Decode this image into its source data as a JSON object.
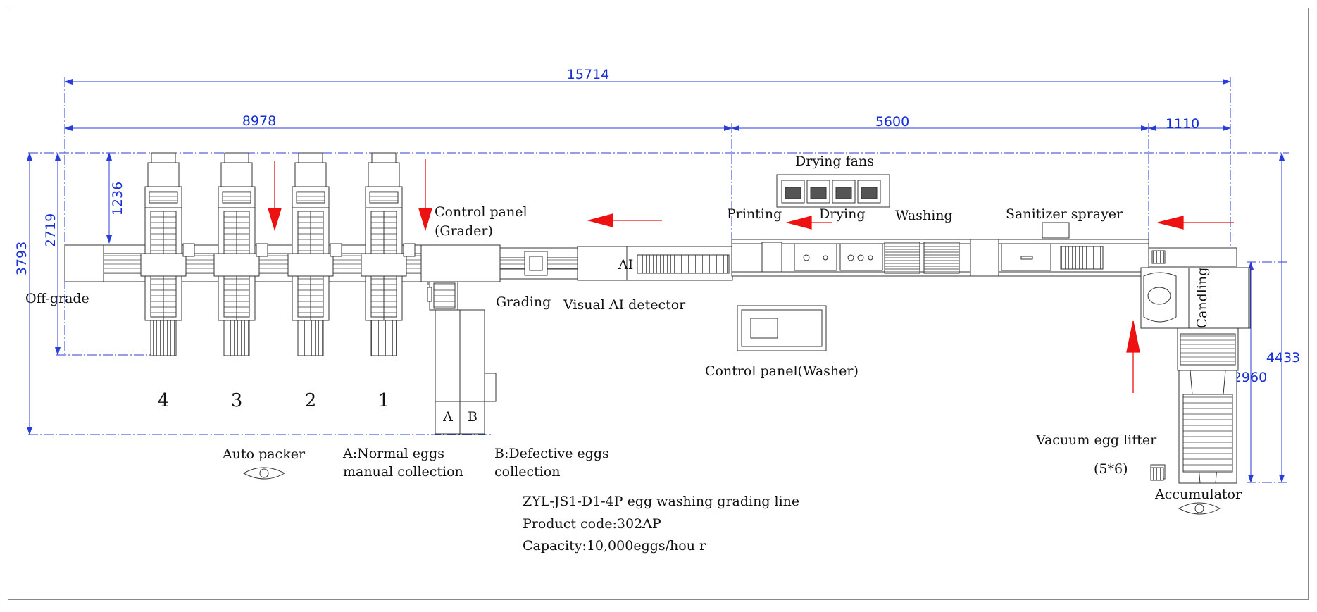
{
  "colors": {
    "dimension": "#1530d6",
    "dimension_line": "#2b3dd8",
    "flow_arrow": "#ee1111",
    "machine": "#333333",
    "frame": "#8a8a8a"
  },
  "dimensions": {
    "total_length": "15714",
    "grader_length": "8978",
    "washer_length": "5600",
    "infeed_length": "1110",
    "total_height": "3793",
    "packer_height": "2719",
    "packer_depth": "1236",
    "right_height": "4433",
    "lifter_height": "2960"
  },
  "labels": {
    "drying_fans": "Drying fans",
    "printing": "Printing",
    "drying": "Drying",
    "washing": "Washing",
    "sanitizer_sprayer": "Sanitizer sprayer",
    "control_panel_grader_1": "Control panel",
    "control_panel_grader_2": "(Grader)",
    "grading": "Grading",
    "visual_ai_detector": "Visual AI detector",
    "ai_mark": "AI",
    "off_grade": "Off-grade",
    "control_panel_washer": "Control panel(Washer)",
    "candling": "Candling",
    "vacuum_egg_lifter": "Vacuum egg lifter",
    "lifter_spec": "(5*6)",
    "accumulator": "Accumulator",
    "auto_packer": "Auto packer",
    "normal_eggs_1": "A:Normal eggs",
    "normal_eggs_2": "manual collection",
    "defective_eggs_1": "B:Defective eggs",
    "defective_eggs_2": "collection",
    "bin_a": "A",
    "bin_b": "B"
  },
  "packers": [
    "4",
    "3",
    "2",
    "1"
  ],
  "info": {
    "model": "ZYL-JS1-D1-4P egg washing grading line",
    "product_code": "Product code:302AP",
    "capacity": "Capacity:10,000eggs/hou r"
  }
}
